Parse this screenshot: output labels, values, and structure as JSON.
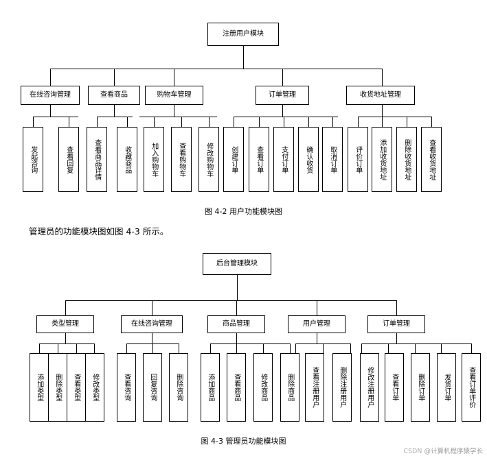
{
  "page": {
    "paragraph": "管理员的功能模块图如图 4-3 所示。",
    "watermark_prefix": "CSDN",
    "watermark_text": "@计算机程序猿学长"
  },
  "figure1": {
    "caption": "图 4-2   用户功能模块图",
    "root": "注册用户模块",
    "level2": [
      "在线咨询管理",
      "查看商品",
      "购物车管理",
      "订单管理",
      "收货地址管理"
    ],
    "leaves": [
      "发起咨询",
      "查看回复",
      "查看商品详情",
      "收藏商品",
      "加入购物车",
      "查看购物车",
      "修改购物车",
      "创建订单",
      "查看订单",
      "支付订单",
      "确认收货",
      "取消订单",
      "评价订单",
      "添加收货地址",
      "删除收货地址",
      "查看收货地址"
    ]
  },
  "figure2": {
    "caption": "图 4-3   管理员功能模块图",
    "root": "后台管理模块",
    "level2": [
      "类型管理",
      "在线咨询管理",
      "商品管理",
      "用户管理",
      "订单管理"
    ],
    "leaves": [
      "添加类型",
      "删除类型",
      "查看类型",
      "修改类型",
      "查看咨询",
      "回复咨询",
      "删除咨询",
      "添加商品",
      "查看商品",
      "修改商品",
      "删除商品",
      "查看注册用户",
      "删除注册用户",
      "修改注册用户",
      "查看订单",
      "删除订单",
      "发货订单",
      "查看订单评价"
    ]
  },
  "colors": {
    "line": "#000000",
    "background": "#ffffff",
    "watermark": "#9b9b9b"
  }
}
